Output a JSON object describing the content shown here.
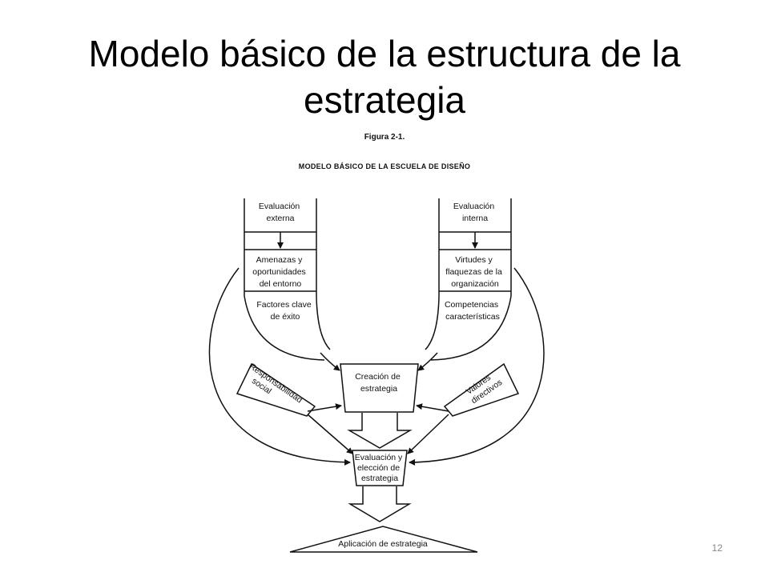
{
  "slide": {
    "title": "Modelo básico de la estructura de la estrategia",
    "page_number": "12"
  },
  "figure": {
    "number": "Figura 2-1.",
    "subtitle": "MODELO BÁSICO DE LA ESCUELA DE DISEÑO",
    "external": {
      "evaluation": [
        "Evaluación",
        "externa"
      ],
      "threats": [
        "Amenazas y",
        "oportunidades",
        "del entorno"
      ],
      "key_factors": [
        "Factores clave",
        "de éxito"
      ]
    },
    "internal": {
      "evaluation": [
        "Evaluación",
        "interna"
      ],
      "strengths": [
        "Virtudes y",
        "flaquezas de la",
        "organización"
      ],
      "competences": [
        "Competencias",
        "características"
      ]
    },
    "social_responsibility": [
      "Responsabilidad",
      "social"
    ],
    "directive_values": [
      "Valores",
      "directivos"
    ],
    "strategy_creation": [
      "Creación de",
      "estrategia"
    ],
    "strategy_evaluation": [
      "Evaluación y",
      "elección de",
      "estrategia"
    ],
    "strategy_application": "Aplicación de estrategia"
  }
}
